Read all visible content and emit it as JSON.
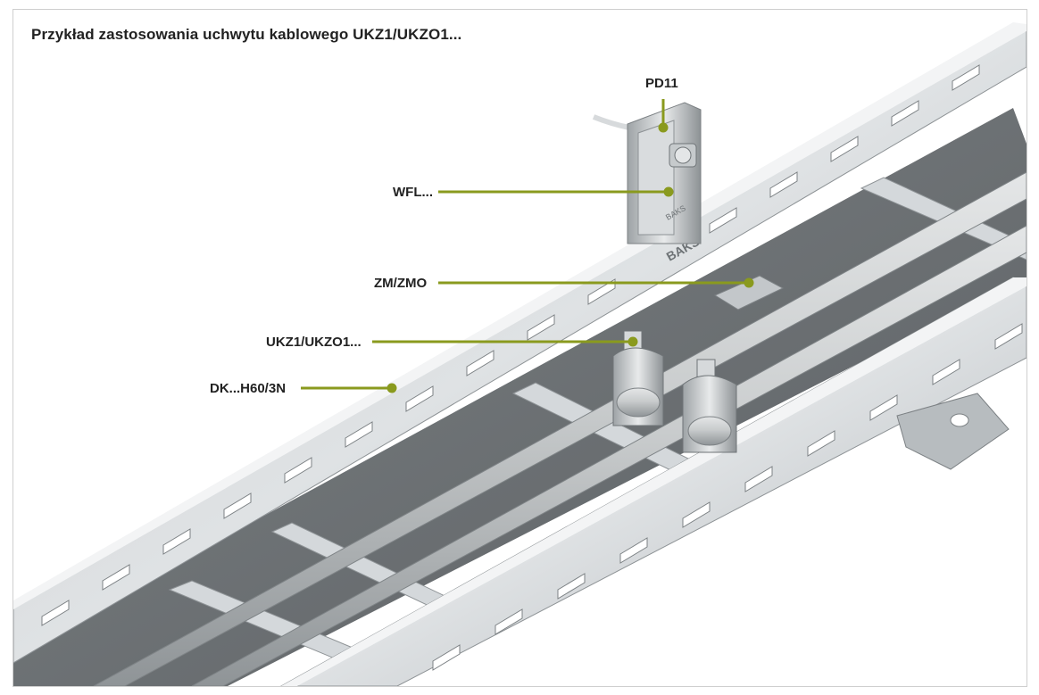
{
  "title": "Przykład zastosowania uchwytu kablowego UKZ1/UKZO1...",
  "accent_color": "#8a9a1e",
  "callouts": [
    {
      "id": "pd11",
      "label": "PD11"
    },
    {
      "id": "wfl",
      "label": "WFL..."
    },
    {
      "id": "zm",
      "label": "ZM/ZMO"
    },
    {
      "id": "ukz",
      "label": "UKZ1/UKZO1..."
    },
    {
      "id": "dk",
      "label": "DK...H60/3N"
    }
  ],
  "product_marks": {
    "channel_brand": "BAKS",
    "tray_brand": "BAKS"
  }
}
